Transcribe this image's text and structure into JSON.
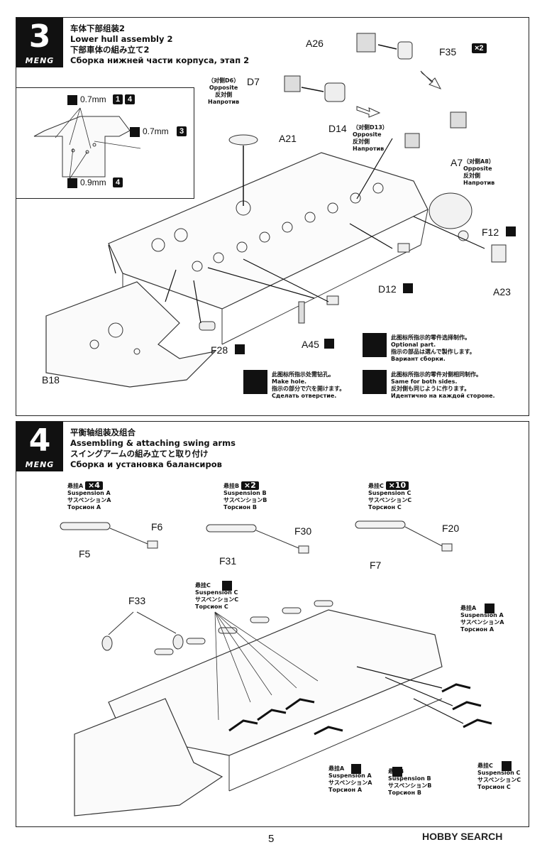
{
  "step3": {
    "number": "3",
    "logo": "MENG",
    "title_cn": "车体下部组装2",
    "title_en": "Lower hull assembly 2",
    "title_jp": "下部車体の組み立て2",
    "title_ru": "Сборка нижней части корпуса, этап 2",
    "inset": {
      "drill_a": "0.7mm",
      "drill_a_marks": [
        "1",
        "4"
      ],
      "drill_b": "0.7mm",
      "drill_b_mark": "3",
      "drill_c": "0.9mm",
      "drill_c_mark": "4"
    },
    "parts": {
      "a26": "A26",
      "f35": "F35",
      "f35_qty": "×2",
      "d7": "D7",
      "d7_opp_prefix": "（对侧D6）",
      "d7_opp_en": "Opposite",
      "d7_opp_jp": "反対側",
      "d7_opp_ru": "Напротив",
      "d14": "D14",
      "d14_opp_prefix": "（对侧D13）",
      "d14_opp_en": "Opposite",
      "d14_opp_jp": "反対側",
      "d14_opp_ru": "Напротив",
      "a21": "A21",
      "a7": "A7",
      "a7_opp_prefix": "（对侧A8）",
      "a7_opp_en": "Opposite",
      "a7_opp_jp": "反対側",
      "a7_opp_ru": "Напротив",
      "f12": "F12",
      "a23": "A23",
      "d12": "D12",
      "a45": "A45",
      "f28": "F28",
      "b18": "B18"
    },
    "legend": {
      "optional_cn": "此图标所指示的零件选择制作。",
      "optional_en": "Optional part.",
      "optional_jp": "指示の部品は選んで製作します。",
      "optional_ru": "Вариант сборки.",
      "hole_cn": "此图标所指示处需钻孔。",
      "hole_en": "Make hole.",
      "hole_jp": "指示の部分で穴を開けます。",
      "hole_ru": "Сделать отверстие.",
      "same_cn": "此图标所指示的零件对侧相同制作。",
      "same_en": "Same for both sides.",
      "same_jp": "反対側も同じように作ります。",
      "same_ru": "Идентично на каждой стороне."
    }
  },
  "step4": {
    "number": "4",
    "logo": "MENG",
    "title_cn": "平衡轴组装及组合",
    "title_en": "Assembling & attaching swing arms",
    "title_jp": "スイングアームの組み立てと取り付け",
    "title_ru": "Сборка и установка балансиров",
    "susp_a": {
      "cn": "悬挂A",
      "en": "Suspension A",
      "jp": "サスペンションA",
      "ru": "Торсион A",
      "qty": "×4",
      "part1": "F5",
      "part2": "F6"
    },
    "susp_b": {
      "cn": "悬挂B",
      "en": "Suspension B",
      "jp": "サスペンションB",
      "ru": "Торсион B",
      "qty": "×2",
      "part1": "F31",
      "part2": "F30"
    },
    "susp_c": {
      "cn": "悬挂C",
      "en": "Suspension C",
      "jp": "サスペンションC",
      "ru": "Торсион C",
      "qty": "×10",
      "part1": "F7",
      "part2": "F20"
    },
    "f33": "F33",
    "callouts": {
      "c_top": {
        "cn": "悬挂C",
        "en": "Suspension C",
        "jp": "サスペンションC",
        "ru": "Торсион C"
      },
      "a_right": {
        "cn": "悬挂A",
        "en": "Suspension A",
        "jp": "サスペンションA",
        "ru": "Торсион A"
      },
      "a_bottom": {
        "cn": "悬挂A",
        "en": "Suspension A",
        "jp": "サスペンションA",
        "ru": "Торсион A"
      },
      "b_bottom": {
        "cn": "悬挂B",
        "en": "Suspension B",
        "jp": "サスペンションB",
        "ru": "Торсион B"
      },
      "c_bottom": {
        "cn": "悬挂C",
        "en": "Suspension C",
        "jp": "サスペンションC",
        "ru": "Торсион C"
      }
    }
  },
  "footer": {
    "page": "5",
    "watermark": "HOBBY SEARCH"
  }
}
